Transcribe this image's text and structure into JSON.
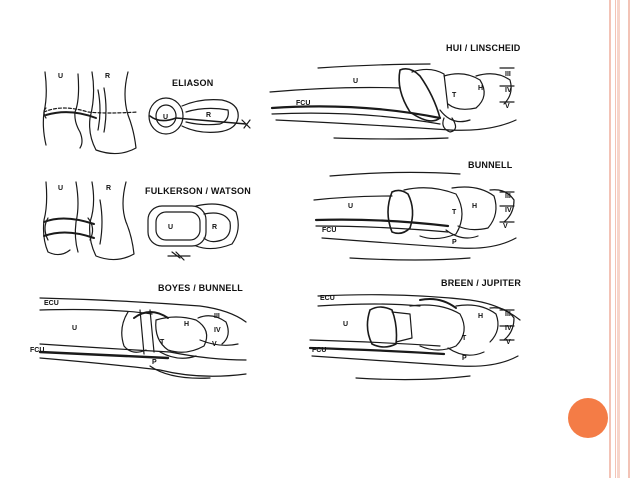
{
  "figures": {
    "eliason": {
      "title": "ELIASON",
      "labels": [
        "U",
        "R",
        "U",
        "R"
      ]
    },
    "fulkerson_watson": {
      "title": "FULKERSON / WATSON",
      "labels": [
        "U",
        "R",
        "U",
        "R"
      ]
    },
    "boyes_bunnell": {
      "title": "BOYES / BUNNELL",
      "labels": [
        "ECU",
        "U",
        "FCU",
        "H",
        "T",
        "III",
        "IV",
        "V",
        "P"
      ]
    },
    "hui_linscheid": {
      "title": "HUI / LINSCHEID",
      "labels": [
        "U",
        "FCU",
        "T",
        "H",
        "III",
        "IV",
        "V"
      ]
    },
    "bunnell": {
      "title": "BUNNELL",
      "labels": [
        "U",
        "FCU",
        "T",
        "H",
        "III",
        "IV",
        "V",
        "P"
      ]
    },
    "breen_jupiter": {
      "title": "BREEN / JUPITER",
      "labels": [
        "ECU",
        "U",
        "FCU",
        "H",
        "T",
        "III",
        "IV",
        "V",
        "P"
      ]
    }
  },
  "colors": {
    "accent": "#f47c46",
    "stripe": "#f3c3b6",
    "ink": "#111111"
  }
}
